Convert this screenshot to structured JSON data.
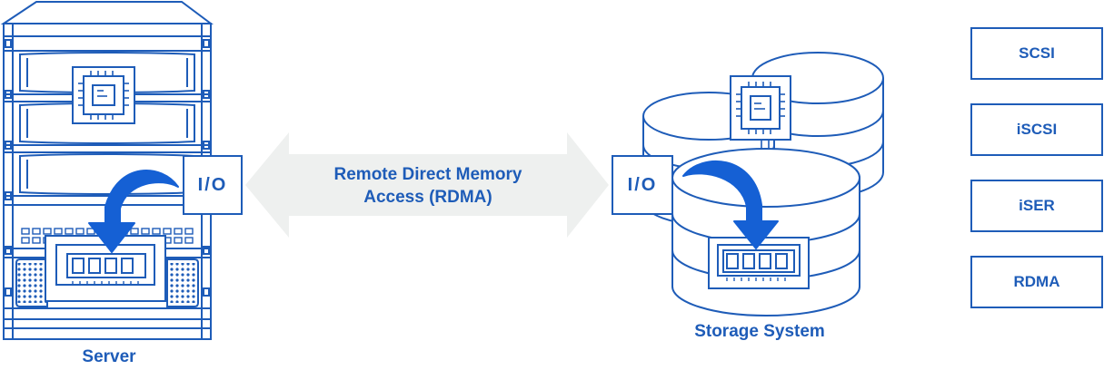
{
  "diagram": {
    "server_label": "Server",
    "storage_label": "Storage System",
    "io_label": "I/O",
    "rdma_line1": "Remote Direct Memory",
    "rdma_line2": "Access (RDMA)",
    "protocols": [
      "SCSI",
      "iSCSI",
      "iSER",
      "RDMA"
    ]
  },
  "colors": {
    "primary": "#1e5cb8",
    "arrow_fill": "#1560d4",
    "bidirectional_arrow": "#eef0ef"
  },
  "icons": [
    "server-rack-icon",
    "cpu-chip-icon",
    "memory-module-icon",
    "storage-disks-icon",
    "curved-arrow-icon"
  ]
}
